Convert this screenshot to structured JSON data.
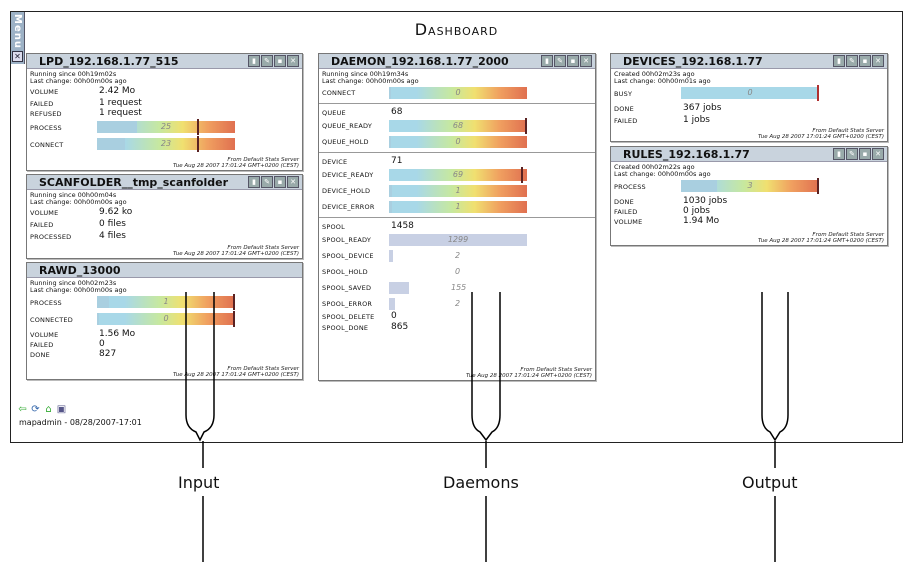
{
  "menu": {
    "label": "Menu",
    "close": "✕"
  },
  "dashboard": {
    "title": "Dashboard"
  },
  "widgets": {
    "lpd": {
      "title": "LPD_192.168.1.77_515",
      "running": "Running since 00h19m02s",
      "last_change": "Last change: 00h00m00s ago",
      "volume_lbl": "VOLUME",
      "volume": "2.42 Mo",
      "failed_lbl": "FAILED",
      "failed": "1 request",
      "refused_lbl": "REFUSED",
      "refused": "1 request",
      "process_lbl": "PROCESS",
      "process": "25",
      "connect_lbl": "CONNECT",
      "connect": "23",
      "foot1": "From Default Stats Server",
      "foot2": "Tue Aug 28 2007 17:01:24 GMT+0200 (CEST)"
    },
    "scan": {
      "title": "SCANFOLDER__tmp_scanfolder",
      "running": "Running since 00h00m04s",
      "last_change": "Last change: 00h00m00s ago",
      "volume_lbl": "VOLUME",
      "volume": "9.62 ko",
      "failed_lbl": "FAILED",
      "failed": "0 files",
      "processed_lbl": "PROCESSED",
      "processed": "4 files",
      "foot1": "From Default Stats Server",
      "foot2": "Tue Aug 28 2007 17:01:24 GMT+0200 (CEST)"
    },
    "rawd": {
      "title": "RAWD_13000",
      "running": "Running since 00h02m23s",
      "last_change": "Last change: 00h00m00s ago",
      "process_lbl": "PROCESS",
      "process": "1",
      "connected_lbl": "CONNECTED",
      "connected": "0",
      "volume_lbl": "VOLUME",
      "volume": "1.56 Mo",
      "failed_lbl": "FAILED",
      "failed": "0",
      "done_lbl": "DONE",
      "done": "827",
      "foot1": "From Default Stats Server",
      "foot2": "Tue Aug 28 2007 17:01:24 GMT+0200 (CEST)"
    },
    "daemon": {
      "title": "DAEMON_192.168.1.77_2000",
      "running": "Running since 00h19m34s",
      "last_change": "Last change: 00h00m00s ago",
      "connect_lbl": "CONNECT",
      "connect": "0",
      "queue_lbl": "QUEUE",
      "queue": "68",
      "queue_ready_lbl": "QUEUE_READY",
      "queue_ready": "68",
      "queue_hold_lbl": "QUEUE_HOLD",
      "queue_hold": "0",
      "device_lbl": "DEVICE",
      "device": "71",
      "device_ready_lbl": "DEVICE_READY",
      "device_ready": "69",
      "device_hold_lbl": "DEVICE_HOLD",
      "device_hold": "1",
      "device_error_lbl": "DEVICE_ERROR",
      "device_error": "1",
      "spool_lbl": "SPOOL",
      "spool": "1458",
      "spool_ready_lbl": "SPOOL_READY",
      "spool_ready": "1299",
      "spool_device_lbl": "SPOOL_DEVICE",
      "spool_device": "2",
      "spool_hold_lbl": "SPOOL_HOLD",
      "spool_hold": "0",
      "spool_saved_lbl": "SPOOL_SAVED",
      "spool_saved": "155",
      "spool_error_lbl": "SPOOL_ERROR",
      "spool_error": "2",
      "spool_delete_lbl": "SPOOL_DELETE",
      "spool_delete": "0",
      "spool_done_lbl": "SPOOL_DONE",
      "spool_done": "865",
      "foot1": "From Default Stats Server",
      "foot2": "Tue Aug 28 2007 17:01:24 GMT+0200 (CEST)"
    },
    "devices": {
      "title": "DEVICES_192.168.1.77",
      "created": "Created 00h02m23s ago",
      "last_change": "Last change: 00h00m01s ago",
      "busy_lbl": "BUSY",
      "busy": "0",
      "done_lbl": "DONE",
      "done": "367 jobs",
      "failed_lbl": "FAILED",
      "failed": "1 jobs",
      "foot1": "From Default Stats Server",
      "foot2": "Tue Aug 28 2007 17:01:24 GMT+0200 (CEST)"
    },
    "rules": {
      "title": "RULES_192.168.1.77",
      "created": "Created 00h02m22s ago",
      "last_change": "Last change: 00h00m00s ago",
      "process_lbl": "PROCESS",
      "process": "3",
      "done_lbl": "DONE",
      "done": "1030 jobs",
      "failed_lbl": "FAILED",
      "failed": "0 jobs",
      "volume_lbl": "VOLUME",
      "volume": "1.94 Mo",
      "foot1": "From Default Stats Server",
      "foot2": "Tue Aug 28 2007 17:01:24 GMT+0200 (CEST)"
    }
  },
  "footer": {
    "text": "mapadmin - 08/28/2007-17:01"
  },
  "sections": {
    "input": "Input",
    "daemons": "Daemons",
    "output": "Output"
  },
  "colors": {
    "title_bar": "#c9d3dd",
    "bar_blue": "#a8d8e8",
    "bar_red": "#e07050"
  }
}
